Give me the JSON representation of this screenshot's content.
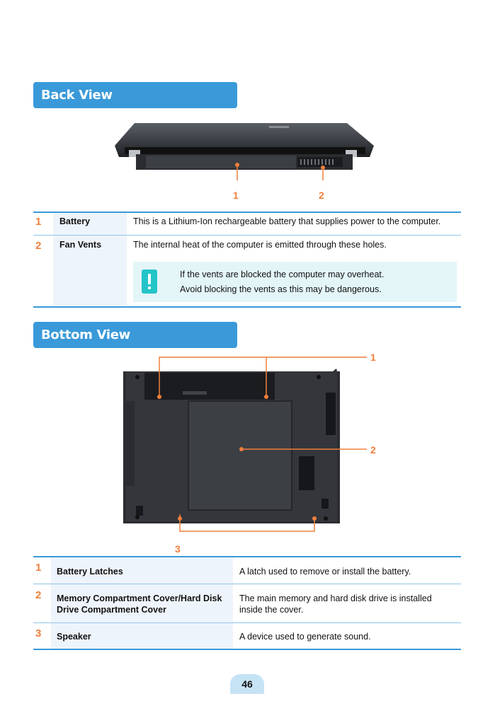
{
  "back_view": {
    "title": "Back View",
    "callouts": [
      "1",
      "2"
    ],
    "rows": [
      {
        "num": "1",
        "label": "Battery",
        "desc": "This is a Lithium-Ion rechargeable battery that supplies power to the computer."
      },
      {
        "num": "2",
        "label": "Fan Vents",
        "desc": "The internal heat of the computer is emitted through these holes."
      }
    ],
    "note": {
      "icon": "exclamation-icon",
      "line1": "If the vents are blocked the computer may overheat.",
      "line2": "Avoid blocking the vents as this may be dangerous."
    }
  },
  "bottom_view": {
    "title": "Bottom View",
    "callouts": [
      "1",
      "2",
      "3"
    ],
    "rows": [
      {
        "num": "1",
        "label": "Battery Latches",
        "desc": "A latch used to remove or install the battery."
      },
      {
        "num": "2",
        "label_line1": "Memory Compartment Cover/Hard Disk",
        "label_line2": "Drive Compartment Cover",
        "desc_line1": "The main memory and hard disk drive is installed",
        "desc_line2": "inside the cover."
      },
      {
        "num": "3",
        "label": "Speaker",
        "desc": "A device used to generate sound."
      }
    ]
  },
  "page_number": "46",
  "colors": {
    "accent": "#3a9ad9",
    "callout": "#f07f3c",
    "note_bg": "#e4f5f8",
    "note_icon": "#22c4c8"
  }
}
